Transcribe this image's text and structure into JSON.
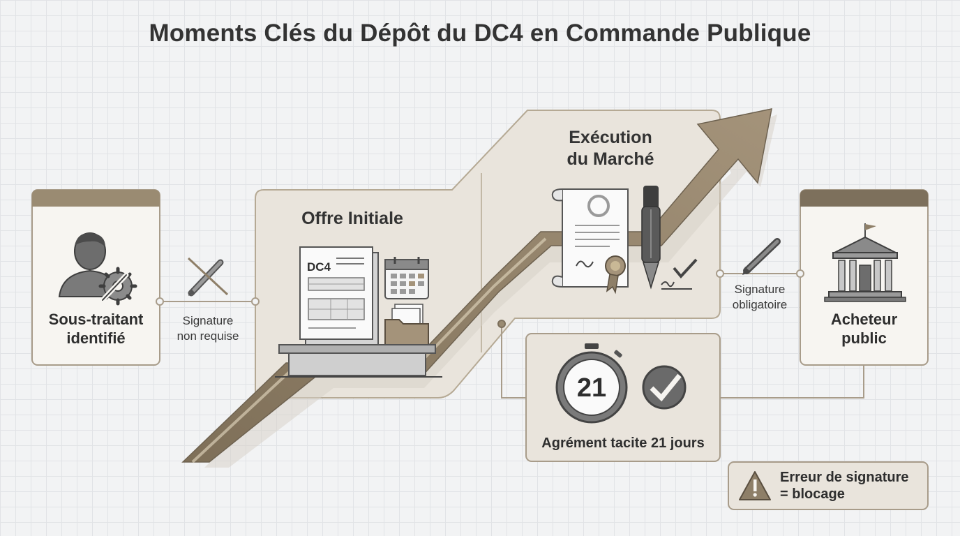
{
  "title": "Moments Clés du Dépôt du DC4 en Commande Publique",
  "left_actor": {
    "line1": "Sous-traitant",
    "line2": "identifié",
    "icon": "subcontractor-gear-icon"
  },
  "right_actor": {
    "line1": "Acheteur",
    "line2": "public",
    "icon": "government-building-icon"
  },
  "left_link": {
    "line1": "Signature",
    "line2": "non requise",
    "icon": "crossed-pen-icon"
  },
  "right_link": {
    "line1": "Signature",
    "line2": "obligatoire",
    "icon": "pen-icon"
  },
  "phase_initial": {
    "label": "Offre Initiale",
    "doc_label": "DC4",
    "icons": [
      "dc4-document-icon",
      "calendar-icon",
      "folder-icon",
      "desk-icon"
    ]
  },
  "phase_execution": {
    "line1": "Exécution",
    "line2": "du Marché",
    "icons": [
      "contract-scroll-icon",
      "fountain-pen-icon",
      "signature-check-icon"
    ]
  },
  "tacit": {
    "days": "21",
    "label": "Agrément tacite 21 jours",
    "icons": [
      "stopwatch-icon",
      "check-circle-icon"
    ]
  },
  "warning": {
    "line1": "Erreur de signature",
    "line2": "= blocage",
    "icon": "warning-triangle-icon"
  },
  "colors": {
    "accent": "#8e7f68",
    "accent_dark": "#6e6250",
    "panel": "#e8e3da",
    "box": "#f6f4f0",
    "border": "#a89c8a",
    "icon_gray": "#555555"
  }
}
